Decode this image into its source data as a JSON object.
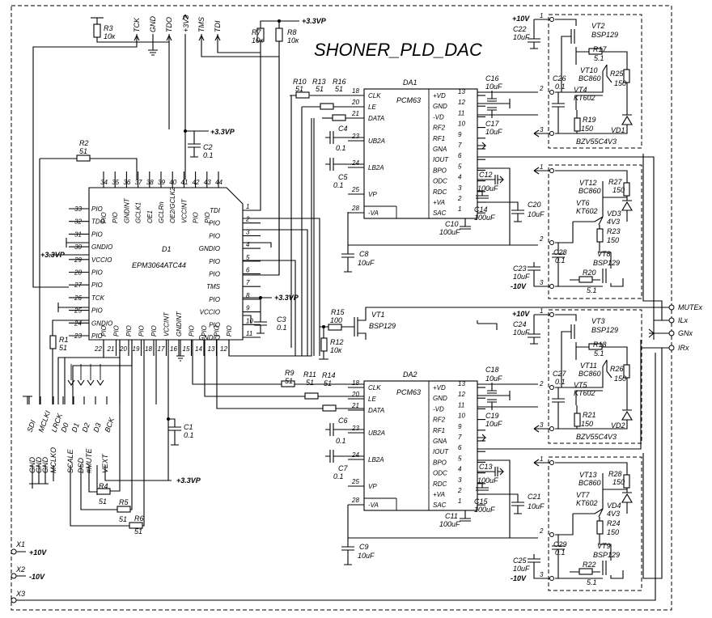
{
  "title": "SHONER_PLD_DAC",
  "jtag": {
    "tck": "TCK",
    "gnd": "GND",
    "tdo": "TDO",
    "v33": "+3V3",
    "tms": "TMS",
    "tdi": "TDI"
  },
  "supply": {
    "p33": "+3.3VP",
    "p10": "+10V",
    "m10": "-10V"
  },
  "resistors": {
    "r1": "R1",
    "r1v": "51",
    "r2": "R2",
    "r2v": "51",
    "r3": "R3",
    "r3v": "10к",
    "r4": "R4",
    "r4v": "51",
    "r5": "R5",
    "r5v": "51",
    "r6": "R6",
    "r6v": "51",
    "r7": "R7",
    "r7v": "10к",
    "r8": "R8",
    "r8v": "10к",
    "r9": "R9",
    "r9v": "51",
    "r10": "R10",
    "r10v": "51",
    "r11": "R11",
    "r11v": "51",
    "r12": "R12",
    "r12v": "10к",
    "r13": "R13",
    "r13v": "51",
    "r14": "R14",
    "r14v": "51",
    "r15": "R15",
    "r15v": "100",
    "r16": "R16",
    "r16v": "51",
    "r17": "R17",
    "r17v": "5.1",
    "r18": "R18",
    "r18v": "5.1",
    "r19": "R19",
    "r19v": "150",
    "r20": "R20",
    "r20v": "5.1",
    "r21": "R21",
    "r21v": "150",
    "r22": "R22",
    "r22v": "5.1",
    "r23": "R23",
    "r23v": "150",
    "r24": "R24",
    "r24v": "150",
    "r25": "R25",
    "r25v": "150",
    "r26": "R26",
    "r26v": "150",
    "r27": "R27",
    "r27v": "150",
    "r28": "R28",
    "r28v": "150"
  },
  "caps": {
    "c1": "C1",
    "c1v": "0.1",
    "c2": "C2",
    "c2v": "0.1",
    "c3": "C3",
    "c3v": "0.1",
    "c4": "C4",
    "c4v": "0.1",
    "c5": "C5",
    "c5v": "0.1",
    "c6": "C6",
    "c6v": "0.1",
    "c7": "C7",
    "c7v": "0.1",
    "c8": "C8",
    "c8v": "10uF",
    "c9": "C9",
    "c9v": "10uF",
    "c10": "C10",
    "c10v": "100uF",
    "c11": "C11",
    "c11v": "100uF",
    "c12": "C12",
    "c12v": "100uF",
    "c13": "C13",
    "c13v": "100uF",
    "c14": "C14",
    "c14v": "100uF",
    "c15": "C15",
    "c15v": "100uF",
    "c16": "C16",
    "c16v": "10uF",
    "c17": "C17",
    "c17v": "10uF",
    "c18": "C18",
    "c18v": "10uF",
    "c19": "C19",
    "c19v": "10uF",
    "c20": "C20",
    "c20v": "10uF",
    "c21": "C21",
    "c21v": "10uF",
    "c22": "C22",
    "c22v": "10uF",
    "c23": "C23",
    "c23v": "10uF",
    "c24": "C24",
    "c24v": "10uF",
    "c25": "C25",
    "c25v": "10uF",
    "c26": "C26",
    "c26v": "0.1",
    "c27": "C27",
    "c27v": "0.1",
    "c28": "C28",
    "c28v": "0.1",
    "c29": "C29",
    "c29v": "0.1"
  },
  "transistors": {
    "vt1": "VT1",
    "vt1t": "BSP129",
    "vt2": "VT2",
    "vt2t": "BSP129",
    "vt3": "VT3",
    "vt3t": "BSP129",
    "vt4": "VT4",
    "vt4t": "KT602",
    "vt5": "VT5",
    "vt5t": "KT602",
    "vt6": "VT6",
    "vt6t": "KT602",
    "vt7": "VT7",
    "vt7t": "KT602",
    "vt8": "VT8",
    "vt8t": "BSP129",
    "vt9": "VT9",
    "vt9t": "BSP129",
    "vt10": "VT10",
    "vt10t": "BC860",
    "vt11": "VT11",
    "vt11t": "BC860",
    "vt12": "VT12",
    "vt12t": "BC860",
    "vt13": "VT13",
    "vt13t": "BC860"
  },
  "diodes": {
    "vd1": "VD1",
    "vd2": "VD2",
    "vd3": "VD3",
    "vd3t": "4V3",
    "vd4": "VD4",
    "vd4t": "4V3",
    "bzv": "BZV55C4V3"
  },
  "cpld": {
    "ref": "D1",
    "part": "EPM3064ATC44",
    "top_pins": [
      "34",
      "35",
      "36",
      "37",
      "38",
      "39",
      "40",
      "41",
      "42",
      "43",
      "44"
    ],
    "top_labels": [
      "PIO",
      "PIO",
      "GNDINT",
      "GCLK1",
      "OE1",
      "GCLRn",
      "OE2/GCLK2",
      "VCCINT",
      "PIO",
      "PIO"
    ],
    "left_pins": [
      "33",
      "32",
      "31",
      "30",
      "29",
      "28",
      "27",
      "26",
      "25",
      "24",
      "23"
    ],
    "left_labels": [
      "PIO",
      "TDO",
      "PIO",
      "GNDIO",
      "VCCIO",
      "PIO",
      "PIO",
      "TCK",
      "PIO",
      "GNDIO",
      "PIO"
    ],
    "right_pins": [
      "1",
      "2",
      "3",
      "4",
      "5",
      "6",
      "7",
      "8",
      "9",
      "10",
      "11"
    ],
    "right_labels": [
      "TDI",
      "PIO",
      "PIO",
      "GNDIO",
      "PIO",
      "PIO",
      "TMS",
      "PIO",
      "VCCIO",
      "PIO",
      "GNDIO"
    ],
    "bottom_pins": [
      "22",
      "21",
      "20",
      "19",
      "18",
      "17",
      "16",
      "15",
      "14",
      "13",
      "12"
    ],
    "bottom_labels": [
      "PIO",
      "PIO",
      "PIO",
      "PIO",
      "PIO",
      "VCCINT",
      "GNDINT",
      "PIO",
      "PIO",
      "PIO",
      "PIO"
    ]
  },
  "dac1": {
    "ref": "DA1",
    "part": "PCM63",
    "left": [
      [
        "18",
        "CLK"
      ],
      [
        "20",
        "LE"
      ],
      [
        "21",
        "DATA"
      ],
      [
        "23",
        "UB2A"
      ],
      [
        "24",
        "LB2A"
      ],
      [
        "25",
        "VP"
      ],
      [
        "28",
        "-VA"
      ]
    ],
    "right": [
      [
        "13",
        "+VD"
      ],
      [
        "12",
        "GND"
      ],
      [
        "11",
        "-VD"
      ],
      [
        "10",
        "RF2"
      ],
      [
        "9",
        "RF1"
      ],
      [
        "7",
        "GNA"
      ],
      [
        "6",
        "IOUT"
      ],
      [
        "5",
        "BPO"
      ],
      [
        "4",
        "ODC"
      ],
      [
        "3",
        "RDC"
      ],
      [
        "2",
        "+VA"
      ],
      [
        "1",
        "SAC"
      ]
    ]
  },
  "dac2": {
    "ref": "DA2",
    "part": "PCM63",
    "left": [
      [
        "18",
        "CLK"
      ],
      [
        "20",
        "LE"
      ],
      [
        "21",
        "DATA"
      ],
      [
        "23",
        "UB2A"
      ],
      [
        "24",
        "LB2A"
      ],
      [
        "25",
        "VP"
      ],
      [
        "28",
        "-VA"
      ]
    ],
    "right": [
      [
        "13",
        "+VD"
      ],
      [
        "12",
        "GND"
      ],
      [
        "11",
        "-VD"
      ],
      [
        "10",
        "RF2"
      ],
      [
        "9",
        "RF1"
      ],
      [
        "7",
        "GNA"
      ],
      [
        "6",
        "IOUT"
      ],
      [
        "5",
        "BPO"
      ],
      [
        "4",
        "ODC"
      ],
      [
        "3",
        "RDC"
      ],
      [
        "2",
        "+VA"
      ],
      [
        "1",
        "SAC"
      ]
    ]
  },
  "bus_top": [
    "SDI",
    "MCLKI",
    "LRCK",
    "D0",
    "D1",
    "D2",
    "D3",
    "BCK"
  ],
  "bus_bot": [
    "GND",
    "GND",
    "GND",
    "MCLKO",
    "SCALE",
    "DSD",
    "#MUTE",
    "VEXT"
  ],
  "connectors": {
    "x1": "X1",
    "x2": "X2",
    "x3": "X3",
    "mutex": "MUTEx",
    "ilx": "ILx",
    "gnx": "GNx",
    "irx": "IRx"
  },
  "pins_misc": {
    "p1": "1",
    "p2": "2",
    "p3": "3"
  }
}
